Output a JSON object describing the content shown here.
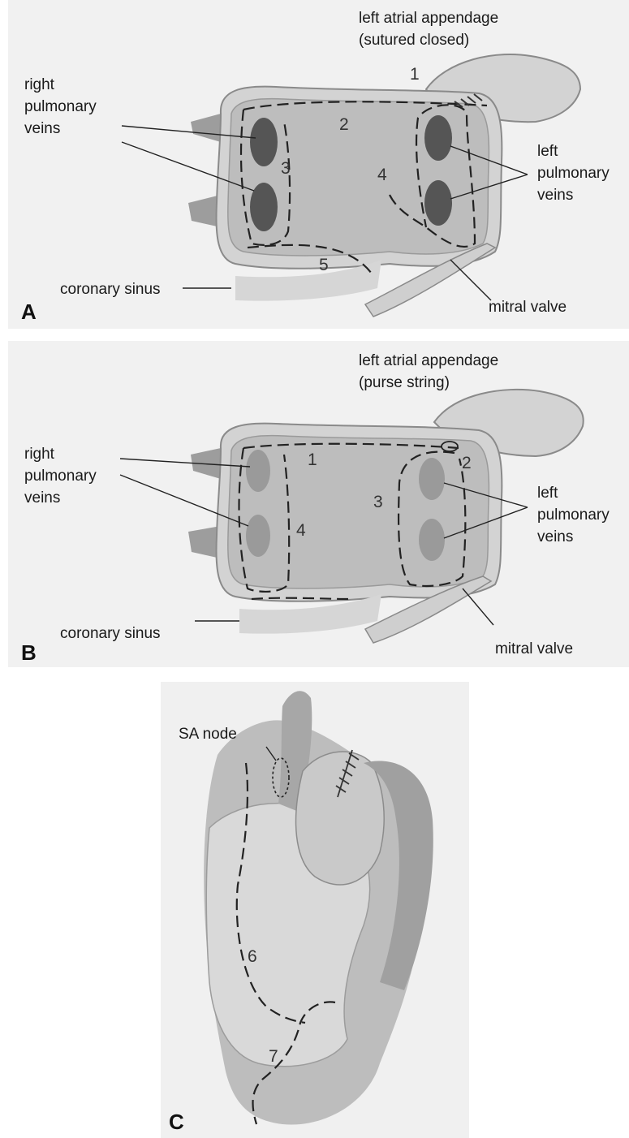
{
  "panel_a": {
    "letter": "A",
    "labels": {
      "appendage_line1": "left atrial appendage",
      "appendage_line2": "(sutured closed)",
      "rpv_line1": "right",
      "rpv_line2": "pulmonary",
      "rpv_line3": "veins",
      "lpv_line1": "left",
      "lpv_line2": "pulmonary",
      "lpv_line3": "veins",
      "coronary_sinus": "coronary sinus",
      "mitral_valve": "mitral valve"
    },
    "numbers": [
      "1",
      "2",
      "3",
      "4",
      "5"
    ]
  },
  "panel_b": {
    "letter": "B",
    "labels": {
      "appendage_line1": "left atrial appendage",
      "appendage_line2": "(purse string)",
      "rpv_line1": "right",
      "rpv_line2": "pulmonary",
      "rpv_line3": "veins",
      "lpv_line1": "left",
      "lpv_line2": "pulmonary",
      "lpv_line3": "veins",
      "coronary_sinus": "coronary sinus",
      "mitral_valve": "mitral valve"
    },
    "numbers": [
      "1",
      "2",
      "3",
      "4"
    ]
  },
  "panel_c": {
    "letter": "C",
    "labels": {
      "sa_node": "SA node"
    },
    "numbers": [
      "6",
      "7"
    ]
  }
}
